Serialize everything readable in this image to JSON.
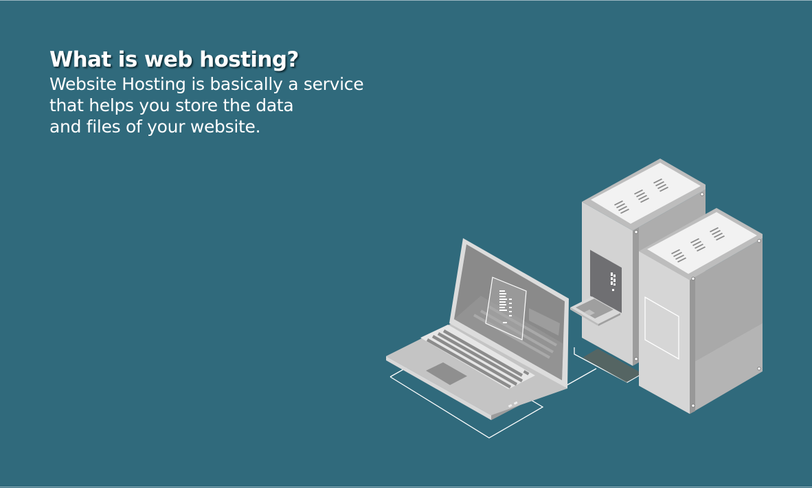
{
  "slide": {
    "heading": "What is web hosting?",
    "body_lines": [
      "Website Hosting is basically a service",
      "that helps you store the data",
      "and files of your website."
    ]
  },
  "colors": {
    "background": "#306a7c",
    "text": "#ffffff",
    "heading_shadow": "#0d2a33",
    "device_light": "#e4e4e4",
    "device_mid": "#bdbdbd",
    "device_dark": "#8f8f8f",
    "outline": "#ffffff"
  },
  "illustration": {
    "icons": [
      "laptop-icon",
      "server-tower-icon",
      "server-tower-icon",
      "mini-laptop-icon"
    ]
  }
}
